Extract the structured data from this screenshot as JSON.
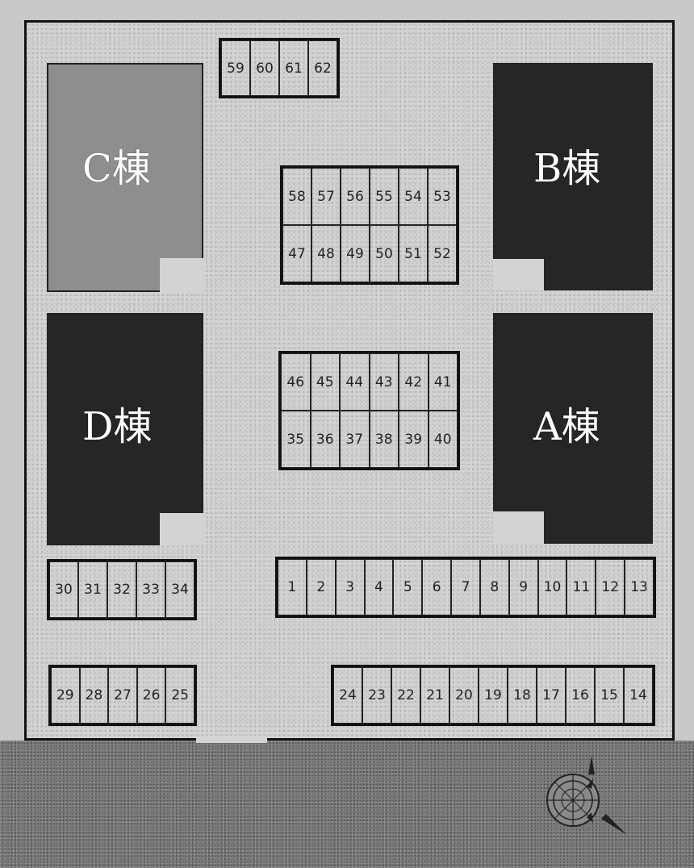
{
  "buildings": {
    "c": "C棟",
    "b": "B棟",
    "d": "D棟",
    "a": "A棟"
  },
  "parking": {
    "top_row": [
      "59",
      "60",
      "61",
      "62"
    ],
    "upper_block_row1": [
      "58",
      "57",
      "56",
      "55",
      "54",
      "53"
    ],
    "upper_block_row2": [
      "47",
      "48",
      "49",
      "50",
      "51",
      "52"
    ],
    "middle_block_row1": [
      "46",
      "45",
      "44",
      "43",
      "42",
      "41"
    ],
    "middle_block_row2": [
      "35",
      "36",
      "37",
      "38",
      "39",
      "40"
    ],
    "left_row": [
      "30",
      "31",
      "32",
      "33",
      "34"
    ],
    "right_row": [
      "1",
      "2",
      "3",
      "4",
      "5",
      "6",
      "7",
      "8",
      "9",
      "10",
      "11",
      "12",
      "13"
    ],
    "bottom_left_row": [
      "29",
      "28",
      "27",
      "26",
      "25"
    ],
    "bottom_right_row": [
      "24",
      "23",
      "22",
      "21",
      "20",
      "19",
      "18",
      "17",
      "16",
      "15",
      "14"
    ]
  },
  "icons": {
    "compass": "compass-rose-icon"
  },
  "colors": {
    "lot": "#d3d3d3",
    "road": "#7a7a7a",
    "building_light": "#8e8e8e",
    "building_dark": "#262626"
  }
}
